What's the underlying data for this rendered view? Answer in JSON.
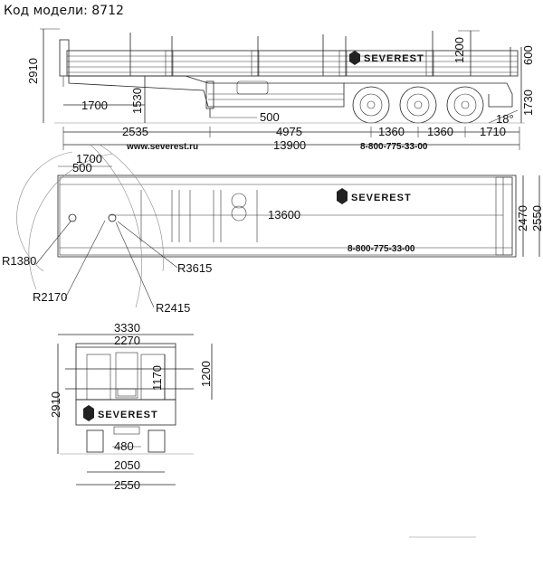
{
  "header": {
    "model_label": "Код модели: 8712"
  },
  "brand": {
    "logo_text": "SEVEREST",
    "website": "www.severest.ru",
    "phone": "8-800-775-33-00"
  },
  "side_view": {
    "height_total": "2910",
    "deck_height": "1530",
    "front_overhang": "1700",
    "kingpin_offset": "500",
    "kingpin_to_box": "2535",
    "box_to_axle": "4975",
    "axle_spacing_1": "1360",
    "axle_spacing_2": "1360",
    "rear_overhang": "1710",
    "overall_length": "13900",
    "side_wall": "600",
    "stake_height": "1200",
    "rear_height": "1730",
    "departure_angle": "18°"
  },
  "top_view": {
    "front_1700": "1700",
    "front_500": "500",
    "inner_length": "13600",
    "inner_width": "2470",
    "outer_width": "2550",
    "radius_1": "R1380",
    "radius_2": "R2170",
    "radius_3": "R3615",
    "radius_4": "R2415"
  },
  "rear_view": {
    "top_width": "3330",
    "inner_top": "2270",
    "height": "2910",
    "height_1170": "1170",
    "height_1200": "1200",
    "bottom_480": "480",
    "width_2050": "2050",
    "width_2550": "2550"
  },
  "colors": {
    "line": "#222222",
    "background": "#ffffff"
  }
}
